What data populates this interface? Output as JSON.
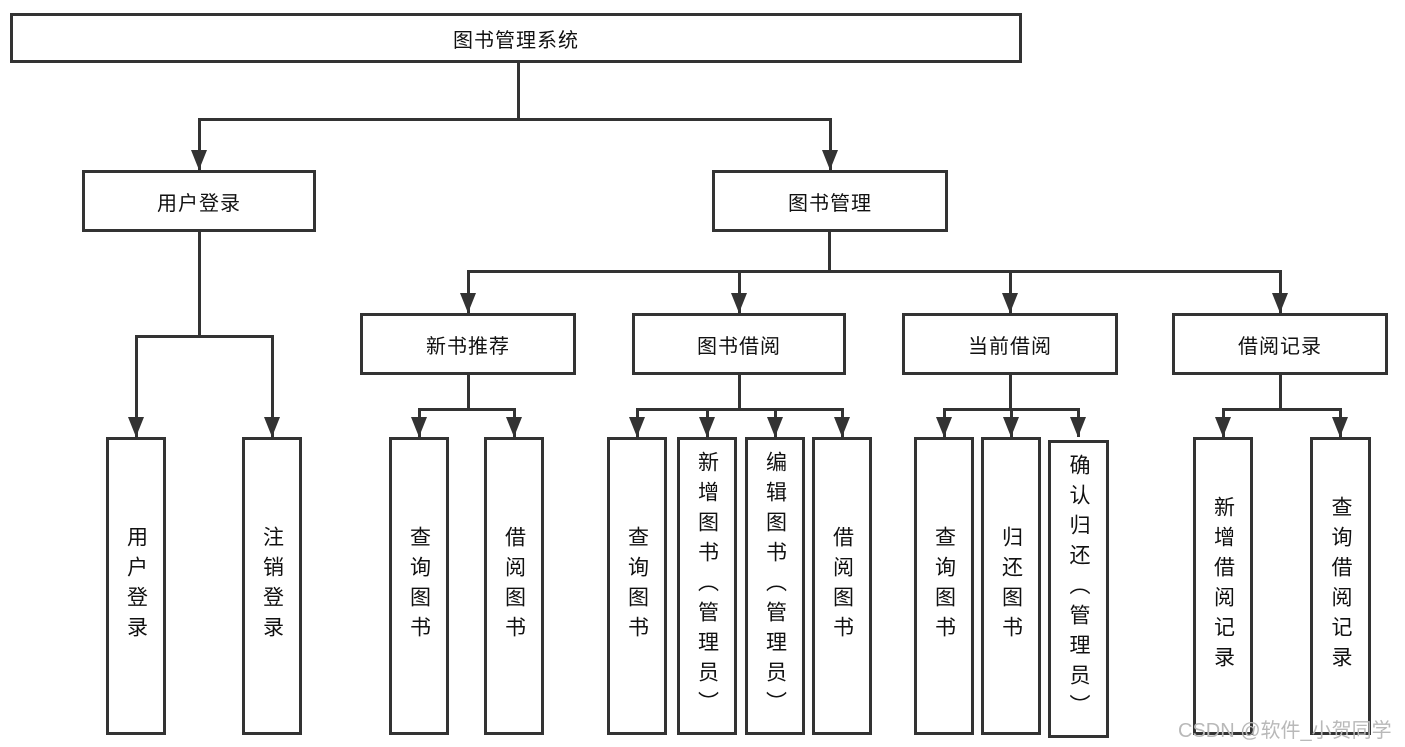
{
  "diagram": {
    "root": {
      "label": "图书管理系统"
    },
    "level2": [
      {
        "label": "用户登录"
      },
      {
        "label": "图书管理"
      }
    ],
    "level3": [
      {
        "label": "新书推荐"
      },
      {
        "label": "图书借阅"
      },
      {
        "label": "当前借阅"
      },
      {
        "label": "借阅记录"
      }
    ],
    "leaves": {
      "user_login": [
        "用户登录",
        "注销登录"
      ],
      "new_book_recommend": [
        "查询图书",
        "借阅图书"
      ],
      "book_borrow": [
        "查询图书",
        "新增图书（管理员）",
        "编辑图书（管理员）",
        "借阅图书"
      ],
      "current_borrow": [
        "查询图书",
        "归还图书",
        "确认归还（管理员）"
      ],
      "borrow_records": [
        "新增借阅记录",
        "查询借阅记录"
      ]
    },
    "colors": {
      "line": "#333333",
      "text": "#111111",
      "background": "#ffffff",
      "watermark": "#b9b9b9"
    }
  },
  "watermark": {
    "text": "CSDN @软件_小贺同学"
  }
}
